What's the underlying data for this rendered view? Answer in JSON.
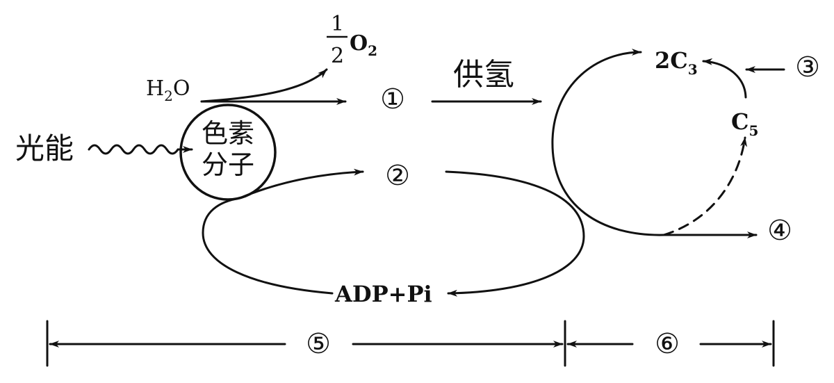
{
  "labels": {
    "water": "H",
    "water_sub": "2",
    "water_o": "O",
    "oxygen_num": "1",
    "oxygen_den": "2",
    "oxygen_o": "O",
    "oxygen_sub": "2",
    "light": "光能",
    "pigment_line1": "色素",
    "pigment_line2": "分子",
    "supply_h": "供氢",
    "num1": "①",
    "num2": "②",
    "num3": "③",
    "num4": "④",
    "num5": "⑤",
    "num6": "⑥",
    "c3_coef": "2C",
    "c3_sub": "3",
    "c5": "C",
    "c5_sub": "5",
    "adp": "ADP+Pi"
  }
}
